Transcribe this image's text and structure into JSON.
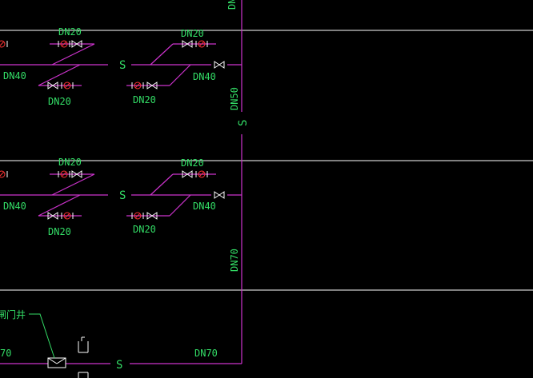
{
  "colors": {
    "background": "#000000",
    "pipe": "#cc33cc",
    "floor_line": "#ffffff",
    "label": "#33dd66",
    "valve": "#ffffff",
    "check_valve": "#ff3333",
    "leader": "#33dd66"
  },
  "labels": {
    "riser_top": "DN",
    "row1_top_left": "DN20",
    "row1_top_right": "DN20",
    "row1_left_main": "DN40",
    "row1_right_main": "DN40",
    "row1_bottom_left": "DN20",
    "row1_bottom_right": "DN20",
    "row1_sewer": "S",
    "riser_dn50": "DN50",
    "riser_s": "S",
    "row2_top_left": "DN20",
    "row2_top_right": "DN20",
    "row2_left_main": "DN40",
    "row2_right_main": "DN40",
    "row2_bottom_left": "DN20",
    "row2_bottom_right": "DN20",
    "row2_sewer": "S",
    "riser_dn70": "DN70",
    "bottom_left_main": "70",
    "bottom_right_main": "DN70",
    "bottom_sewer": "S",
    "well_note": "闸门井"
  },
  "icons": [
    "gate-valve-icon",
    "check-valve-icon",
    "water-meter-icon",
    "faucet-icon"
  ]
}
